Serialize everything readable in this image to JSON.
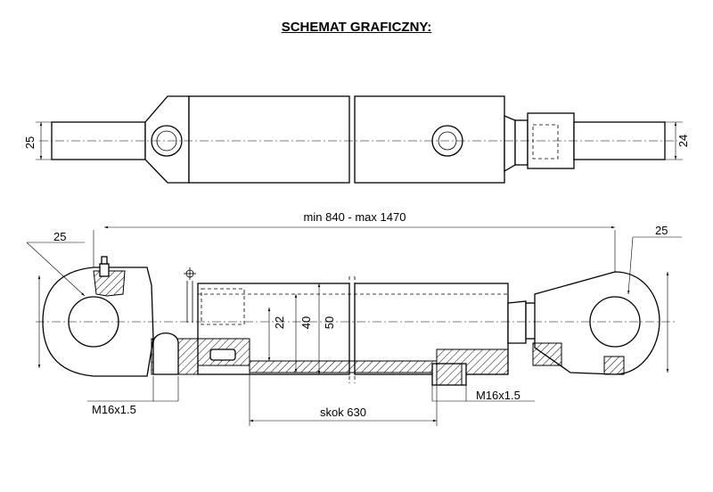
{
  "title": "SCHEMAT GRAFICZNY:",
  "dimensions": {
    "top_left_pin": "25",
    "top_right_pin": "24",
    "length_range": "min 840 - max 1470",
    "eye_left": "25",
    "eye_right": "25",
    "rod_dia": "22",
    "piston_dia": "40",
    "bore_dia": "50",
    "port_left": "M16x1.5",
    "port_right": "M16x1.5",
    "stroke": "skok 630"
  }
}
